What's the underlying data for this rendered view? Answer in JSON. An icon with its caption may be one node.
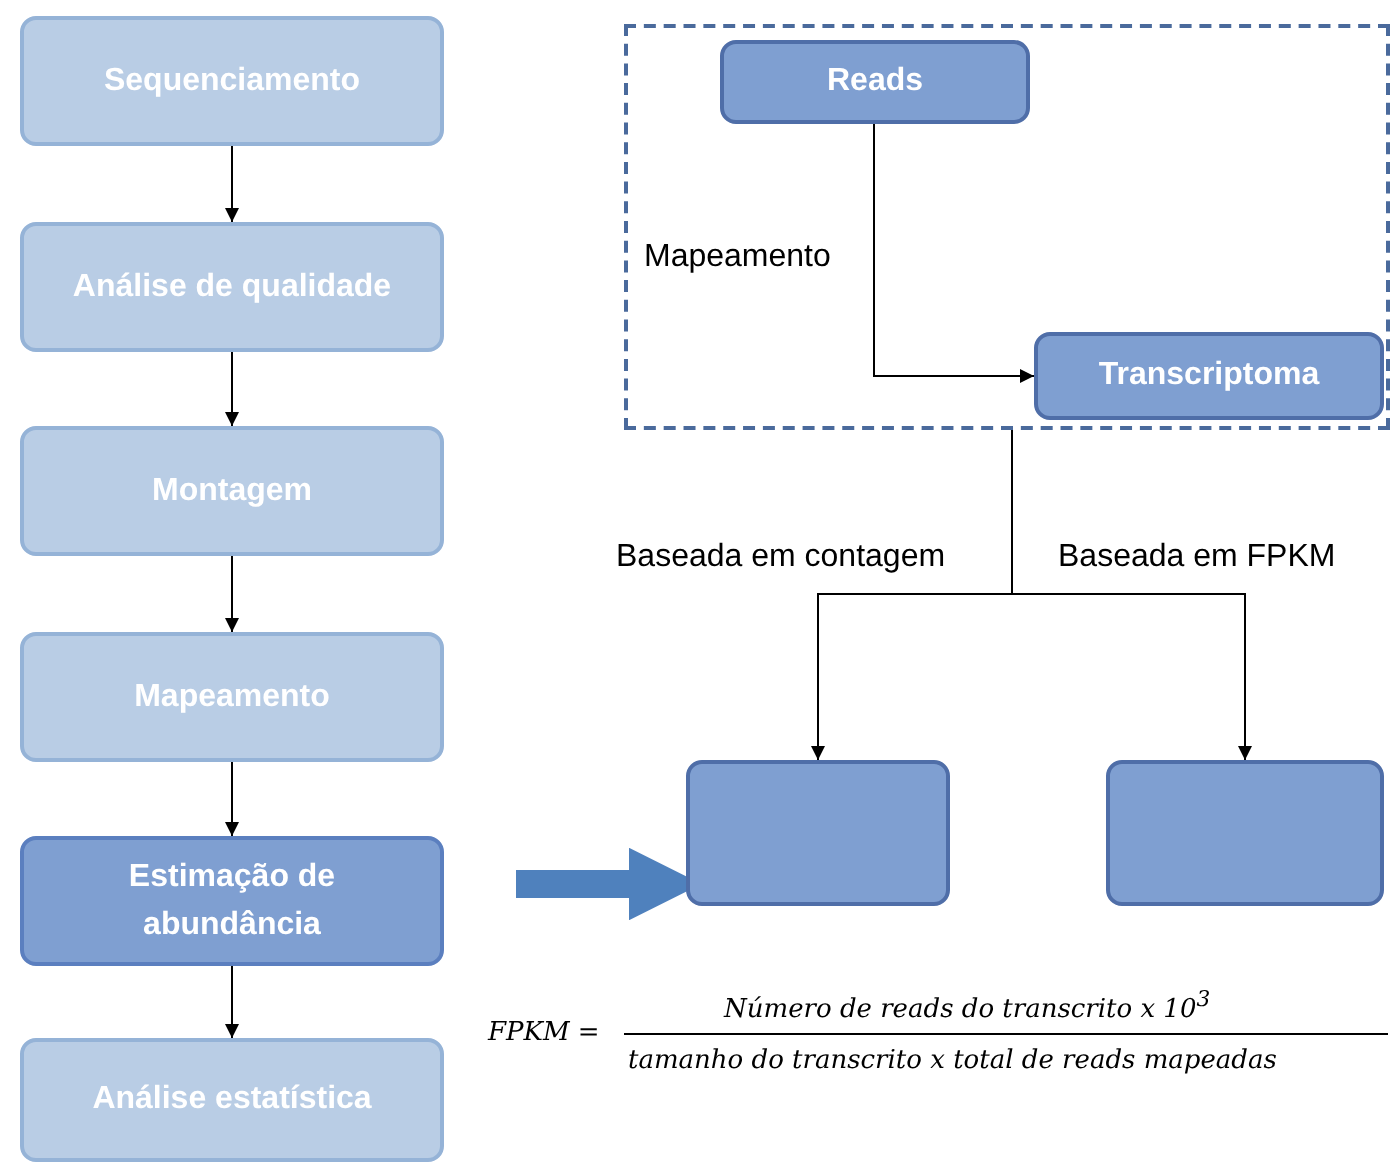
{
  "diagram": {
    "nodes": [
      {
        "text": [
          "Sequenciamento"
        ]
      },
      {
        "text": [
          "Análise de qualidade"
        ]
      },
      {
        "text": [
          "Montagem"
        ]
      },
      {
        "text": [
          "Mapeamento"
        ]
      },
      {
        "text": [
          "Estimação de abundância"
        ]
      },
      {
        "text": [
          "Análise estatística"
        ]
      },
      {
        "text": [],
        "shape": "box"
      },
      {
        "text": [
          "Reads"
        ],
        "in": 6
      },
      {
        "text": [
          "Transcriptoma"
        ],
        "in": 6
      },
      {
        "text": [],
        "shape": "box"
      },
      {
        "text": [],
        "shape": "box"
      }
    ],
    "edges": [
      {
        "from": 0,
        "to": 1,
        "arrow": "to"
      },
      {
        "from": 1,
        "to": 2,
        "arrow": "to"
      },
      {
        "from": 2,
        "to": 3,
        "arrow": "to"
      },
      {
        "from": 3,
        "to": 4,
        "arrow": "to"
      },
      {
        "from": 4,
        "to": 5,
        "arrow": "to"
      },
      {
        "from": 7,
        "to": 8,
        "arrow": "to",
        "label": "Mapeamento"
      },
      {
        "from": 6,
        "to": 9,
        "arrow": "to",
        "label": "Baseada em contagem"
      },
      {
        "from": 6,
        "to": 10,
        "arrow": "to",
        "label": "Baseada em FPKM"
      },
      {
        "from": 4,
        "to": 9,
        "arrow": "to",
        "style": "thick",
        "color": "#4f81bd"
      }
    ],
    "labels": [
      "FPKM =",
      "Número de reads do transcrito x 10$^{3}$",
      "tamanho do transcrito x total de reads mapeadas"
    ]
  }
}
